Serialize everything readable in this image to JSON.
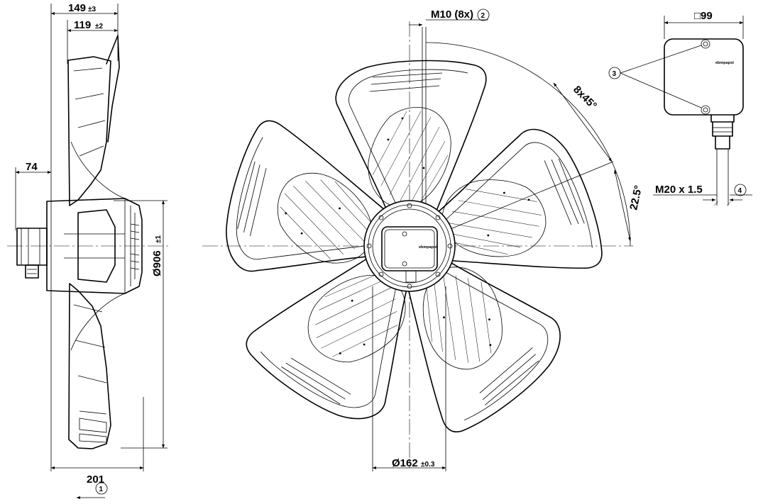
{
  "side_view": {
    "overall_depth": "149",
    "overall_depth_tol": "±3",
    "blade_depth": "119",
    "blade_depth_tol": "±2",
    "hub_depth": "74",
    "total_width": "201",
    "diameter": "Ø906",
    "diameter_tol": "±1",
    "airflow_callout": "1"
  },
  "front_view": {
    "thread": "M10 (8x)",
    "thread_callout": "2",
    "angle_pitch": "8x45°",
    "angle_offset": "22.5°",
    "bolt_circle": "Ø162",
    "bolt_circle_tol": "±0.3",
    "hub_brand": "ebmpapst"
  },
  "terminal_box": {
    "size": "□99",
    "screws_callout": "3",
    "gland_thread": "M20 x 1.5",
    "cable_callout": "4",
    "brand": "ebmpapst"
  }
}
